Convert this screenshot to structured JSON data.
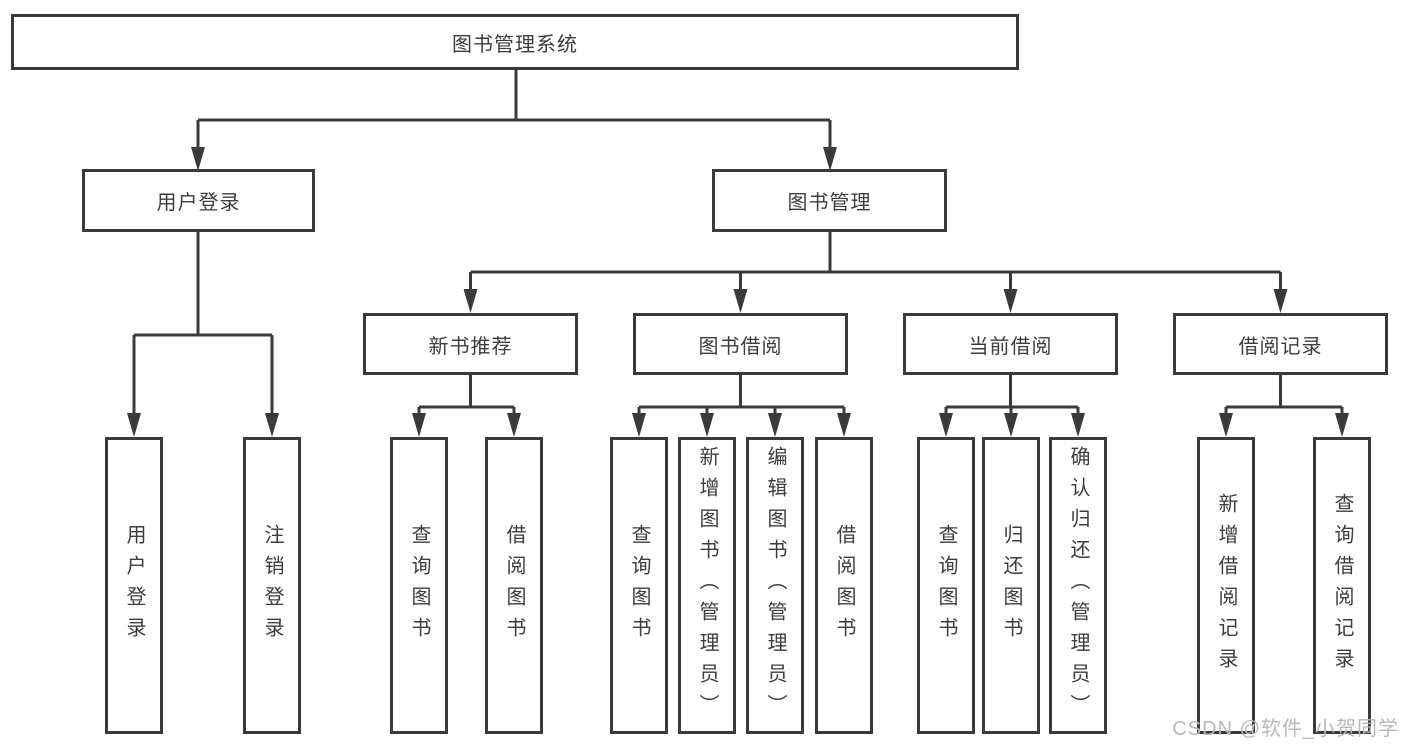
{
  "watermark": {
    "text": "CSDN @软件_小贺同学"
  },
  "colors": {
    "line": "#3a3a3a",
    "text": "#3d3d3d",
    "watermark": "#b9b9b9",
    "background": "#ffffff"
  },
  "tree": {
    "label": "图书管理系统",
    "children": [
      {
        "label": "用户登录",
        "children": [
          {
            "label": "用户登录"
          },
          {
            "label": "注销登录"
          }
        ]
      },
      {
        "label": "图书管理",
        "children": [
          {
            "label": "新书推荐",
            "children": [
              {
                "label": "查询图书"
              },
              {
                "label": "借阅图书"
              }
            ]
          },
          {
            "label": "图书借阅",
            "children": [
              {
                "label": "查询图书"
              },
              {
                "label": "新增图书（管理员）"
              },
              {
                "label": "编辑图书（管理员）"
              },
              {
                "label": "借阅图书"
              }
            ]
          },
          {
            "label": "当前借阅",
            "children": [
              {
                "label": "查询图书"
              },
              {
                "label": "归还图书"
              },
              {
                "label": "确认归还（管理员）"
              }
            ]
          },
          {
            "label": "借阅记录",
            "children": [
              {
                "label": "新增借阅记录"
              },
              {
                "label": "查询借阅记录"
              }
            ]
          }
        ]
      }
    ]
  }
}
